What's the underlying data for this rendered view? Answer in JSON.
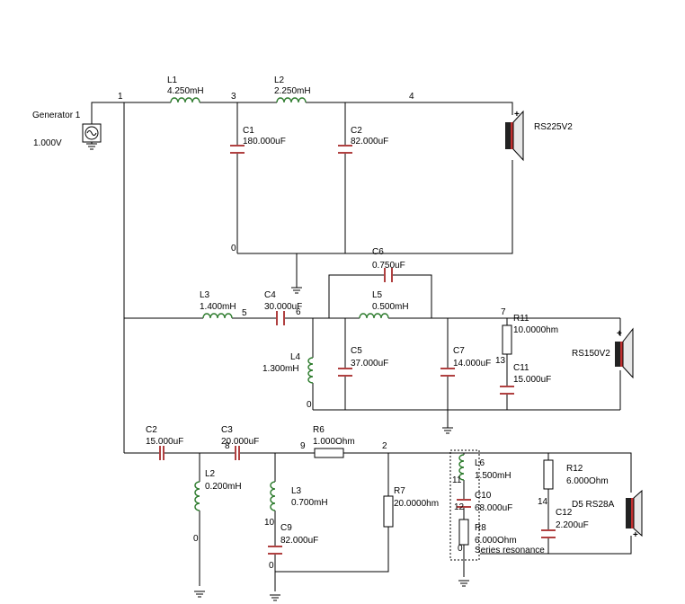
{
  "generator": {
    "name": "Generator 1",
    "voltage": "1.000V"
  },
  "nodes": {
    "n1": "1",
    "n3": "3",
    "n4": "4",
    "n0a": "0",
    "n6": "6",
    "n5": "5",
    "n0b": "0",
    "n7": "7",
    "n13": "13",
    "n8": "8",
    "n9": "9",
    "n2": "2",
    "n0c": "0",
    "n10": "10",
    "n0d": "0",
    "n11": "11",
    "n12": "12",
    "n0e": "0",
    "n14": "14"
  },
  "woofer": {
    "l1": {
      "name": "L1",
      "value": "4.250mH"
    },
    "l2": {
      "name": "L2",
      "value": "2.250mH"
    },
    "c1": {
      "name": "C1",
      "value": "180.000uF"
    },
    "c2": {
      "name": "C2",
      "value": "82.000uF"
    },
    "speaker": "RS225V2"
  },
  "midrange": {
    "c6": {
      "name": "C6",
      "value": "0.750uF"
    },
    "l3": {
      "name": "L3",
      "value": "1.400mH"
    },
    "c4": {
      "name": "C4",
      "value": "30.000uF"
    },
    "l5": {
      "name": "L5",
      "value": "0.500mH"
    },
    "l4": {
      "name": "L4",
      "value": "1.300mH"
    },
    "c5": {
      "name": "C5",
      "value": "37.000uF"
    },
    "c7": {
      "name": "C7",
      "value": "14.000uF"
    },
    "r11": {
      "name": "R11",
      "value": "10.0000hm"
    },
    "c11": {
      "name": "C11",
      "value": "15.000uF"
    },
    "speaker": "RS150V2"
  },
  "tweeter": {
    "c2": {
      "name": "C2",
      "value": "15.000uF"
    },
    "c3": {
      "name": "C3",
      "value": "20.000uF"
    },
    "r6": {
      "name": "R6",
      "value": "1.000Ohm"
    },
    "l2": {
      "name": "L2",
      "value": "0.200mH"
    },
    "l3": {
      "name": "L3",
      "value": "0.700mH"
    },
    "c9": {
      "name": "C9",
      "value": "82.000uF"
    },
    "r7": {
      "name": "R7",
      "value": "20.0000hm"
    },
    "l6": {
      "name": "L6",
      "value": "1.500mH"
    },
    "c10": {
      "name": "C10",
      "value": "68.000uF"
    },
    "r8": {
      "name": "R8",
      "value": "6.000Ohm"
    },
    "resonance_label": "Series resonance",
    "r12": {
      "name": "R12",
      "value": "6.000Ohm"
    },
    "c12": {
      "name": "C12",
      "value": "2.200uF"
    },
    "speaker": "D5 RS28A"
  }
}
